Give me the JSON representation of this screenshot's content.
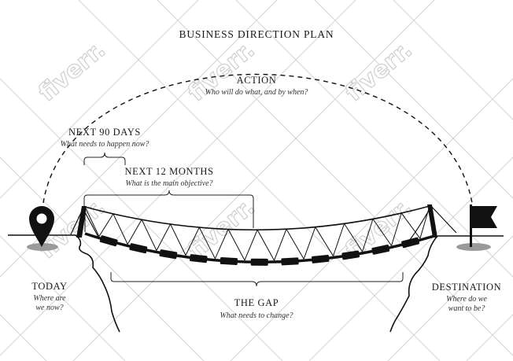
{
  "title": "BUSINESS DIRECTION PLAN",
  "action": {
    "label": "ACTION",
    "question": "Who will do what, and by when?"
  },
  "next90": {
    "label": "NEXT 90 DAYS",
    "question": "What needs to happen now?"
  },
  "next12": {
    "label": "NEXT 12 MONTHS",
    "question": "What is the main objective?"
  },
  "today": {
    "label": "TODAY",
    "question_line1": "Where are",
    "question_line2": "we now?"
  },
  "destination": {
    "label": "DESTINATION",
    "question_line1": "Where do we",
    "question_line2": "want to be?"
  },
  "gap": {
    "label": "THE GAP",
    "question": "What needs to change?"
  },
  "watermark": {
    "text": "fiverr."
  },
  "icons": {
    "start": "location-pin-icon",
    "end": "flag-icon"
  }
}
